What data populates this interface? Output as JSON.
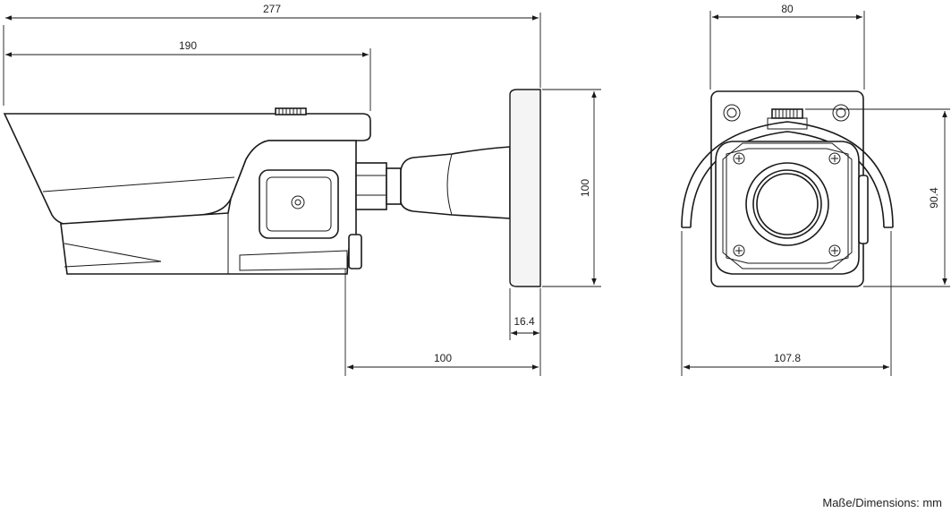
{
  "dimensions": {
    "overall_length": "277",
    "housing_length": "190",
    "mount_height": "100",
    "base_thickness": "16.4",
    "arm_reach": "100",
    "front_width": "80",
    "front_height": "90.4",
    "front_total_width": "107.8"
  },
  "caption": "Maße/Dimensions: mm",
  "colors": {
    "line": "#1a1a1a",
    "background": "#ffffff"
  }
}
